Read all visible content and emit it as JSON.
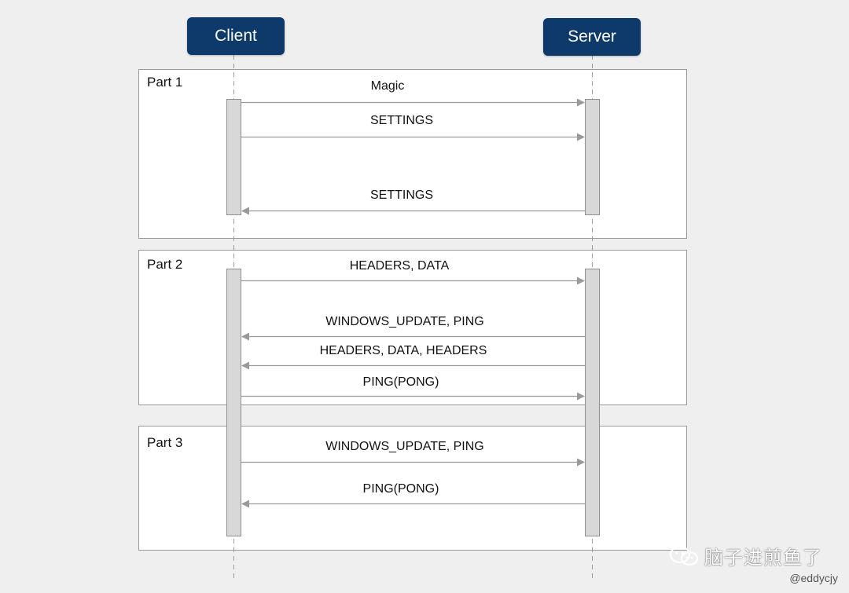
{
  "actors": {
    "client": "Client",
    "server": "Server"
  },
  "parts": [
    {
      "label": "Part 1"
    },
    {
      "label": "Part 2"
    },
    {
      "label": "Part 3"
    }
  ],
  "messages": [
    {
      "label": "Magic",
      "direction": "right"
    },
    {
      "label": "SETTINGS",
      "direction": "right"
    },
    {
      "label": "SETTINGS",
      "direction": "left"
    },
    {
      "label": "HEADERS, DATA",
      "direction": "right"
    },
    {
      "label": "WINDOWS_UPDATE, PING",
      "direction": "left"
    },
    {
      "label": "HEADERS, DATA, HEADERS",
      "direction": "left"
    },
    {
      "label": "PING(PONG)",
      "direction": "right"
    },
    {
      "label": "WINDOWS_UPDATE, PING",
      "direction": "right"
    },
    {
      "label": "PING(PONG)",
      "direction": "left"
    }
  ],
  "watermark": "脑子进煎鱼了",
  "handle": "@eddycjy",
  "colors": {
    "actor_fill": "#0d3a6b",
    "actor_text": "#ffffff",
    "arrow": "#9a9a9a",
    "activation_fill": "#d8d8d8",
    "activation_stroke": "#8f8f8f",
    "part_border": "#9a9a9a",
    "lifeline": "#9a9a9a"
  }
}
